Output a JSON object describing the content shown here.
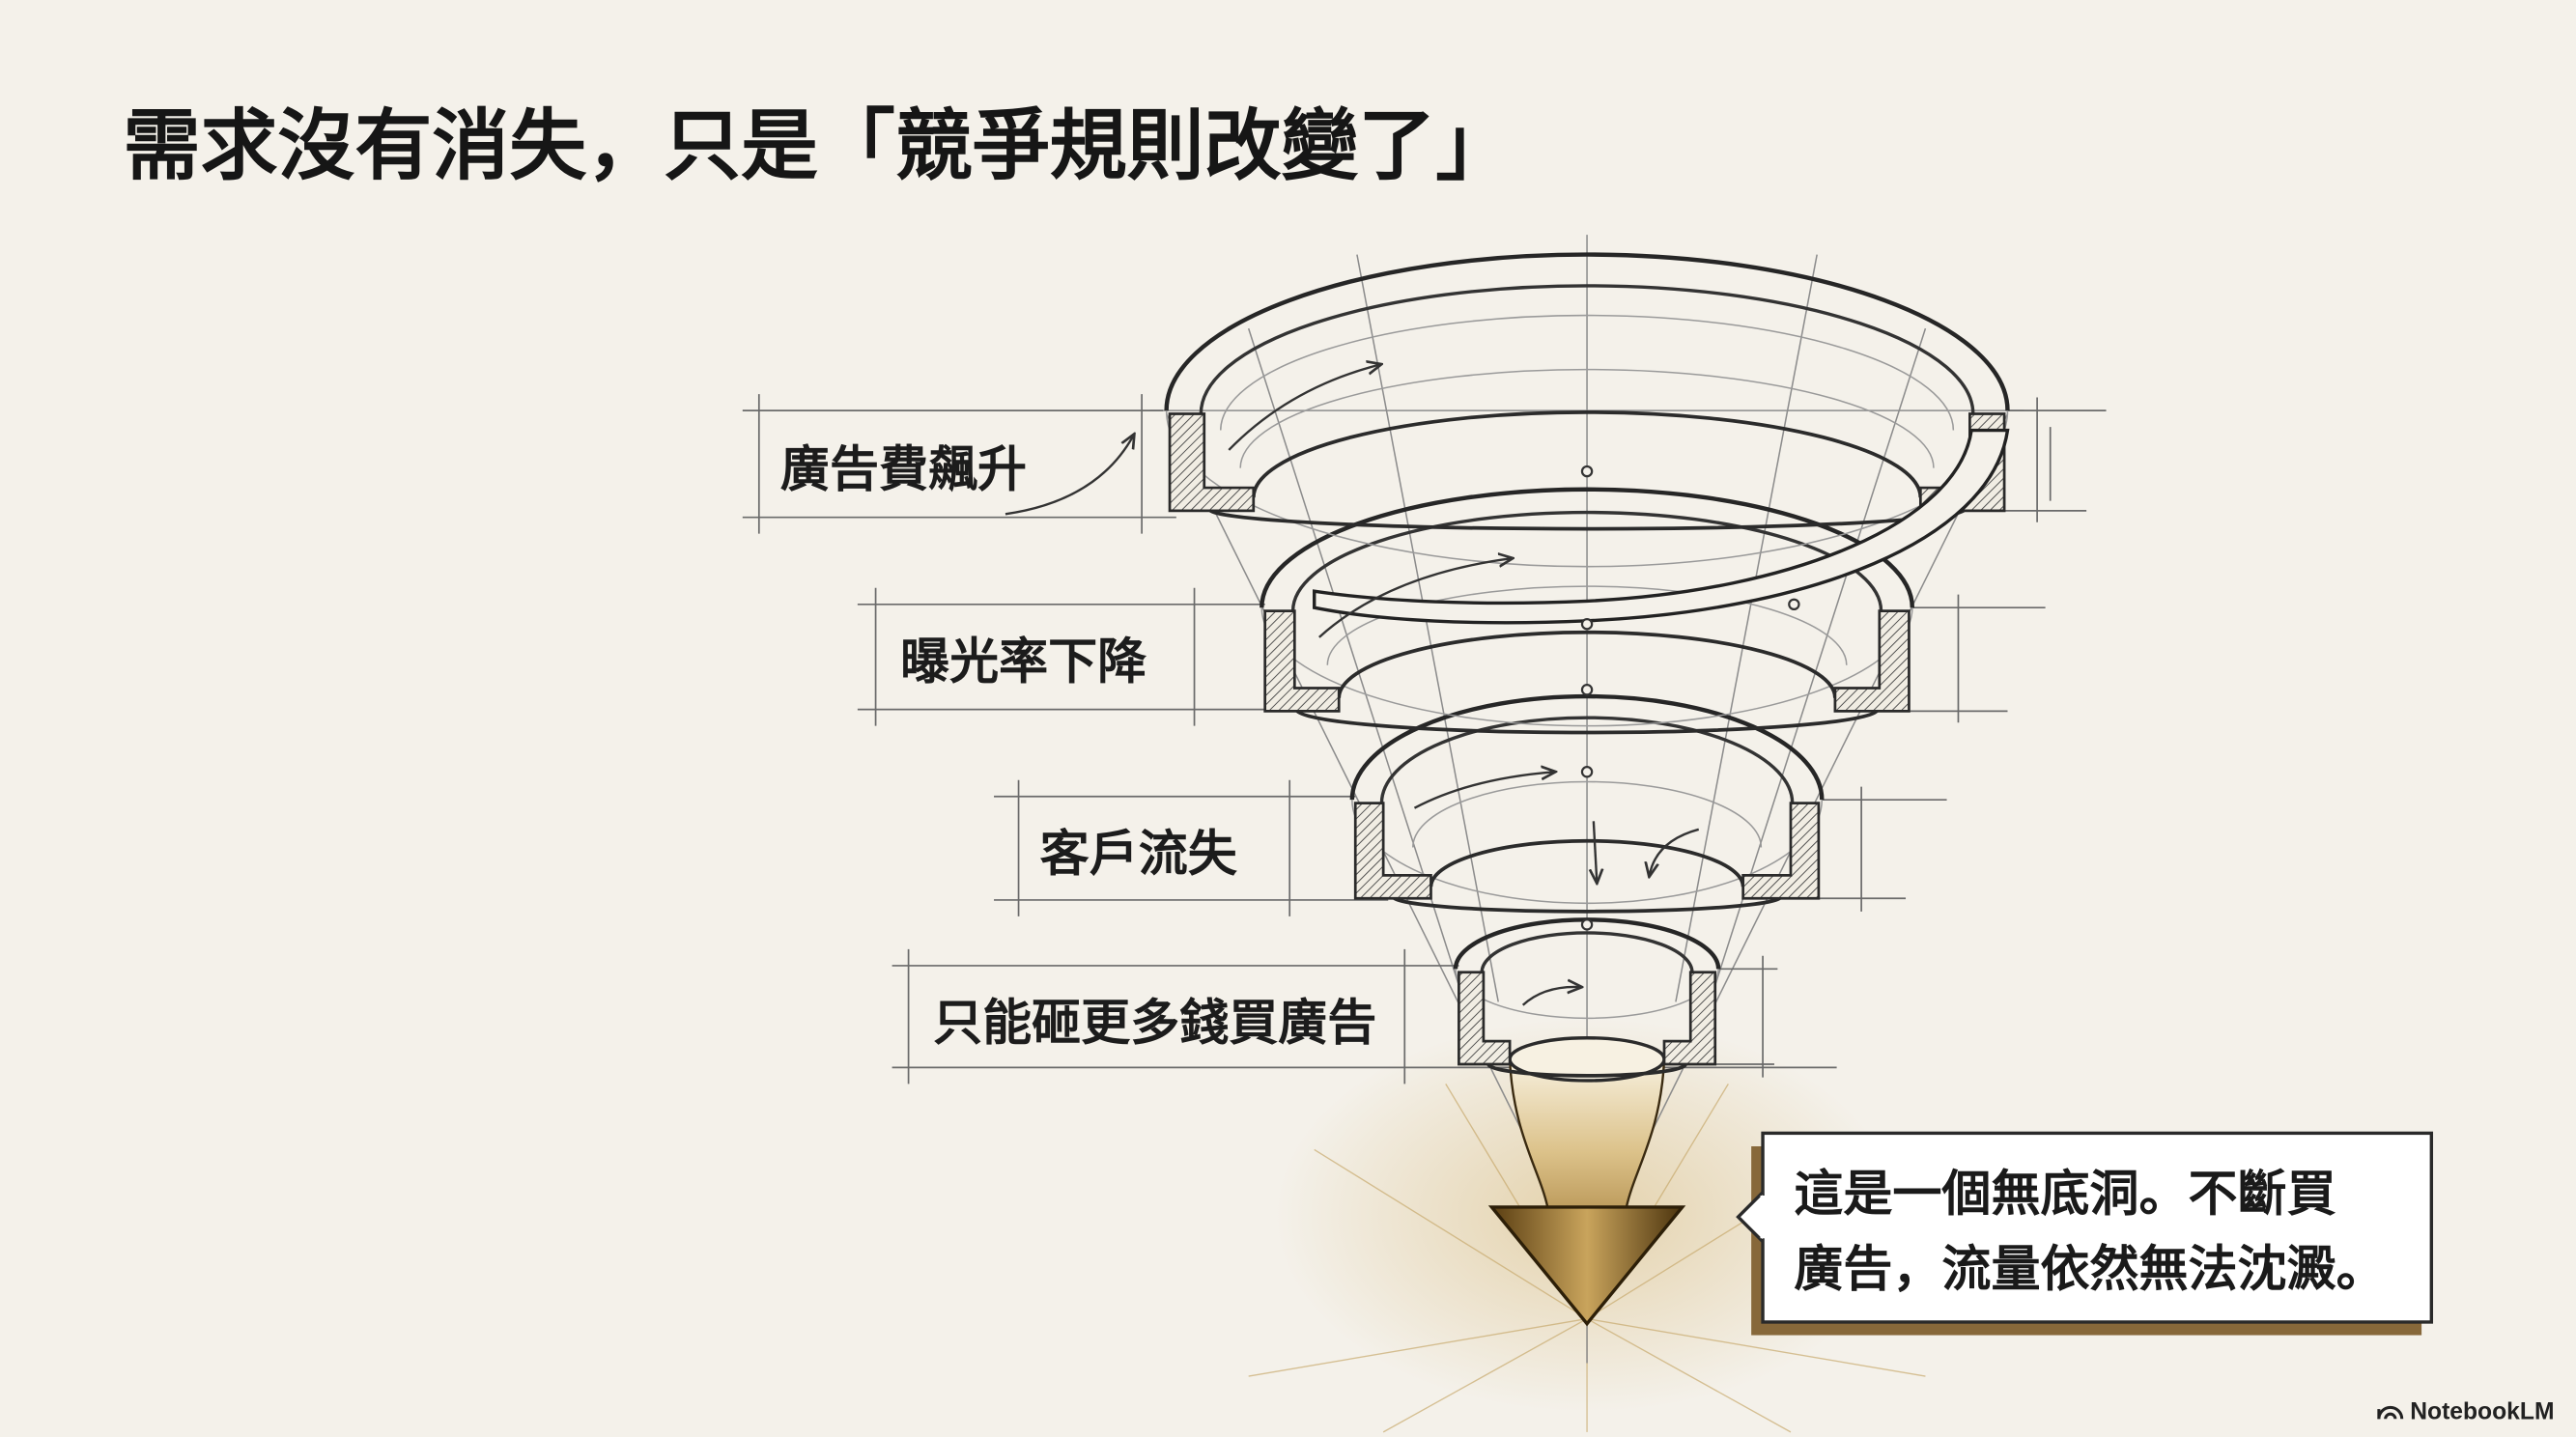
{
  "slide": {
    "title": "需求沒有消失，只是「競爭規則改變了」"
  },
  "funnel": {
    "labels": [
      "廣告費飆升",
      "曝光率下降",
      "客戶流失",
      "只能砸更多錢買廣告"
    ]
  },
  "callout": {
    "lines": [
      "這是一個無底洞。不斷買",
      "廣告，流量依然無法沈澱。"
    ]
  },
  "brand": {
    "name": "NotebookLM",
    "icon": "notebooklm-logo-icon"
  },
  "colors": {
    "background": "#f4f1ea",
    "ink": "#1c1c1c",
    "gold": "#b38a45",
    "callout_shadow": "#87683a"
  }
}
